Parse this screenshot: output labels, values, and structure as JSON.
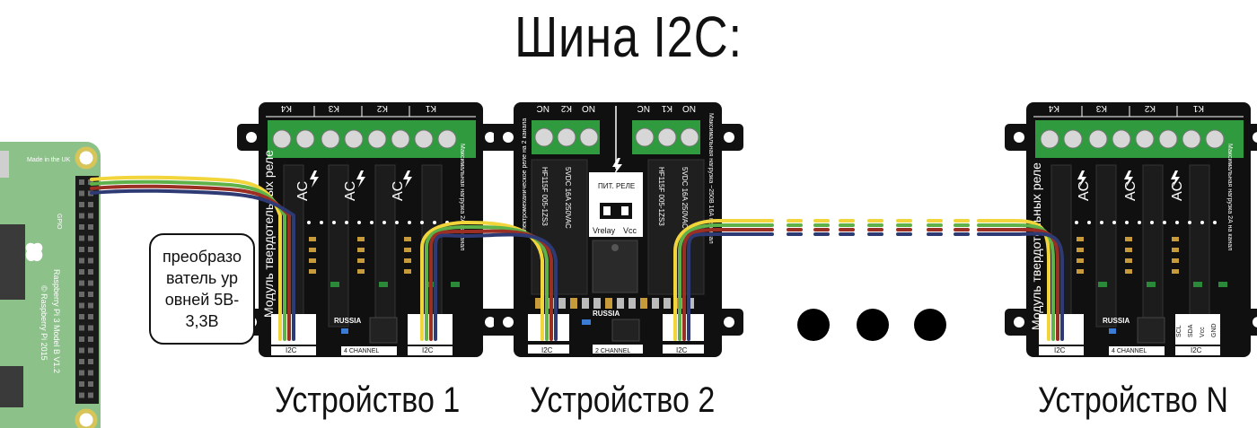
{
  "title": "Шина I2C:",
  "converter": {
    "label": "преобразователь уровней 5В-3,3В"
  },
  "devices": [
    {
      "label": "Устройство 1"
    },
    {
      "label": "Устройство 2"
    },
    {
      "label": "Устройство N"
    }
  ],
  "pi_board": {
    "made_in": "Made in the UK",
    "model": "Raspberry Pi 3 Model B V1.2",
    "copyright": "© Raspberry Pi 2015",
    "gpio": "GPIO"
  },
  "solid_relay": {
    "terminals": [
      "K4",
      "K3",
      "K2",
      "K1"
    ],
    "ac_label": "AC",
    "side_text": "Модуль твердотельных реле",
    "max_load": "Максимальная нагрузка 2А на канал",
    "russia": "RUSSIA",
    "channels": "4 CHANNEL",
    "bus": "I2C",
    "pins": [
      "SCL",
      "SDA",
      "Vcc",
      "GND"
    ]
  },
  "mech_relay": {
    "terminals_left": [
      "NC",
      "K2",
      "NO"
    ],
    "terminals_right": [
      "NC",
      "K1",
      "NO"
    ],
    "relay_model": "HF115F 005-1ZS3",
    "relay_rating": "5VDC 16A 250VAC",
    "side_text_left": "Электромеханическое реле на 2 канала",
    "side_text_right": "Максимальная нагрузка ~250В 16А на канал",
    "power_label": "ПИТ. РЕЛЕ",
    "vrelay": "Vrelay",
    "vcc": "Vcc",
    "russia": "RUSSIA",
    "channels": "2 CHANNEL",
    "bus": "I2C"
  },
  "colors": {
    "wire_scl": "#f2d43b",
    "wire_sda": "#5fb14a",
    "wire_vcc": "#9b2f24",
    "wire_gnd": "#2e3a74",
    "board": "#101010",
    "terminal": "#2f9a3e",
    "pcb_pi": "#8cc28a"
  },
  "icons": [
    "ellipsis-dots",
    "lightning-icon",
    "raspberry-logo"
  ]
}
